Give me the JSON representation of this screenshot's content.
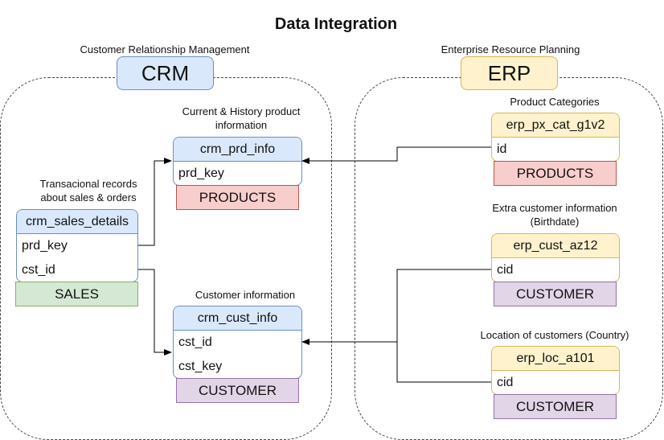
{
  "title": "Data Integration",
  "colors": {
    "blue_fill": "#dae8fc",
    "blue_stroke": "#6c8ebf",
    "yellow_fill": "#fff2cc",
    "yellow_stroke": "#d6b656",
    "red_fill": "#f8cecc",
    "red_stroke": "#b85450",
    "green_fill": "#d5e8d4",
    "green_stroke": "#82b366",
    "purple_fill": "#e1d5e7",
    "purple_stroke": "#9673a6"
  },
  "crm": {
    "caption": "Customer Relationship Management",
    "label": "CRM",
    "prd_caption_1": "Current & History product",
    "prd_caption_2": "information",
    "prd_table": {
      "name": "crm_prd_info",
      "fields": [
        "prd_key"
      ],
      "tag": "PRODUCTS"
    },
    "sales_caption_1": "Transacional records",
    "sales_caption_2": "about sales & orders",
    "sales_table": {
      "name": "crm_sales_details",
      "fields": [
        "prd_key",
        "cst_id"
      ],
      "tag": "SALES"
    },
    "cust_caption": "Customer information",
    "cust_table": {
      "name": "crm_cust_info",
      "fields": [
        "cst_id",
        "cst_key"
      ],
      "tag": "CUSTOMER"
    }
  },
  "erp": {
    "caption": "Enterprise Resource Planning",
    "label": "ERP",
    "cat_caption": "Product Categories",
    "cat_table": {
      "name": "erp_px_cat_g1v2",
      "fields": [
        "id"
      ],
      "tag": "PRODUCTS"
    },
    "cust_caption_1": "Extra customer information",
    "cust_caption_2": "(Birthdate)",
    "cust_table": {
      "name": "erp_cust_az12",
      "fields": [
        "cid"
      ],
      "tag": "CUSTOMER"
    },
    "loc_caption": "Location of customers (Country)",
    "loc_table": {
      "name": "erp_loc_a101",
      "fields": [
        "cid"
      ],
      "tag": "CUSTOMER"
    }
  }
}
